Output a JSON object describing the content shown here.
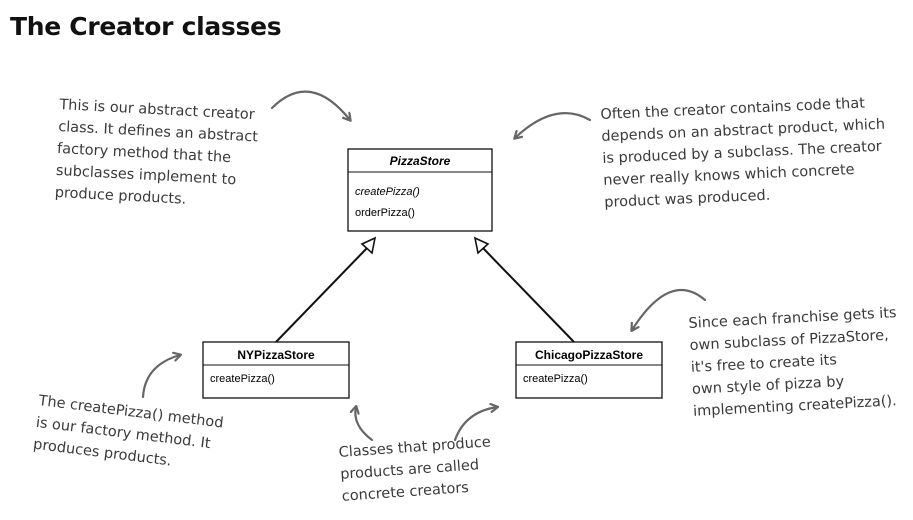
{
  "title": "The Creator classes",
  "classes": {
    "pizza_store": {
      "name": "PizzaStore",
      "methods": [
        "createPizza()",
        "orderPizza()"
      ]
    },
    "ny_pizza_store": {
      "name": "NYPizzaStore",
      "methods": [
        "createPizza()"
      ]
    },
    "chicago_pizza_store": {
      "name": "ChicagoPizzaStore",
      "methods": [
        "createPizza()"
      ]
    }
  },
  "annotations": {
    "abstract_creator": [
      "This is our abstract creator",
      "class.  It defines an abstract",
      "factory method that the",
      "subclasses implement to",
      "produce products."
    ],
    "creator_code": [
      "Often the creator contains code that",
      "depends on an abstract product, which",
      "is produced by a subclass.  The creator",
      "never really knows which concrete",
      "product was produced."
    ],
    "franchise": [
      "Since each franchise gets its",
      "own subclass of PizzaStore,",
      "it's free to create its",
      "own style of pizza by",
      "implementing createPizza()."
    ],
    "factory_method": [
      "The createPizza() method",
      "is our factory method.  It",
      "produces products."
    ],
    "concrete_creators": [
      "Classes that produce",
      "products are called",
      "concrete creators"
    ]
  },
  "colors": {
    "line": "#111111",
    "arrow": "#666666",
    "text": "#3a3a3a"
  }
}
